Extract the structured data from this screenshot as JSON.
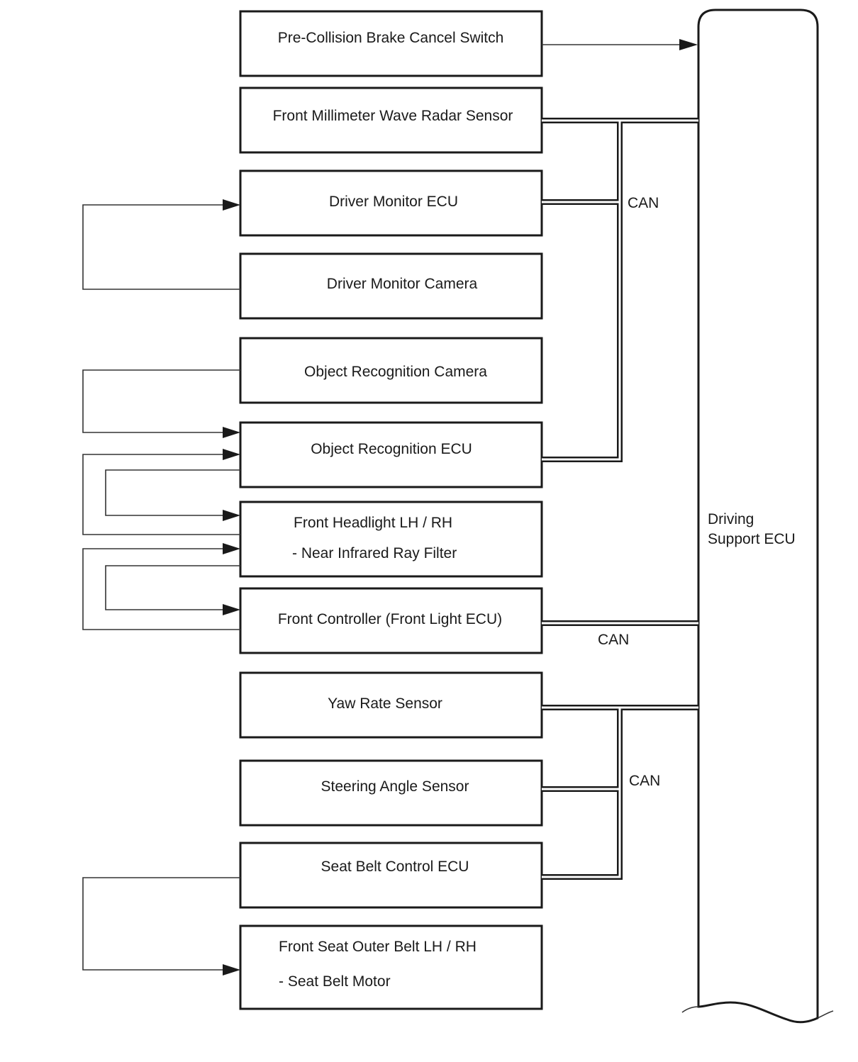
{
  "components": {
    "pre_collision_brake_cancel_switch": "Pre-Collision Brake Cancel Switch",
    "front_millimeter_wave_radar_sensor": "Front Millimeter Wave Radar Sensor",
    "driver_monitor_ecu": "Driver Monitor ECU",
    "driver_monitor_camera": "Driver Monitor Camera",
    "object_recognition_camera": "Object Recognition Camera",
    "object_recognition_ecu": "Object Recognition ECU",
    "front_headlight": {
      "line1": "Front Headlight LH / RH",
      "line2": "- Near Infrared Ray Filter"
    },
    "front_controller": "Front Controller (Front Light ECU)",
    "yaw_rate_sensor": "Yaw Rate Sensor",
    "steering_angle_sensor": "Steering Angle Sensor",
    "seat_belt_control_ecu": "Seat Belt Control ECU",
    "front_seat_outer_belt": {
      "line1": "Front Seat Outer Belt LH / RH",
      "line2": "- Seat Belt Motor"
    }
  },
  "driving_support_ecu": {
    "line1": "Driving",
    "line2": "Support ECU"
  },
  "bus_labels": {
    "can_top": "CAN",
    "can_middle": "CAN",
    "can_bottom": "CAN"
  },
  "colors": {
    "line": "#1a1a1a",
    "background": "#ffffff"
  }
}
